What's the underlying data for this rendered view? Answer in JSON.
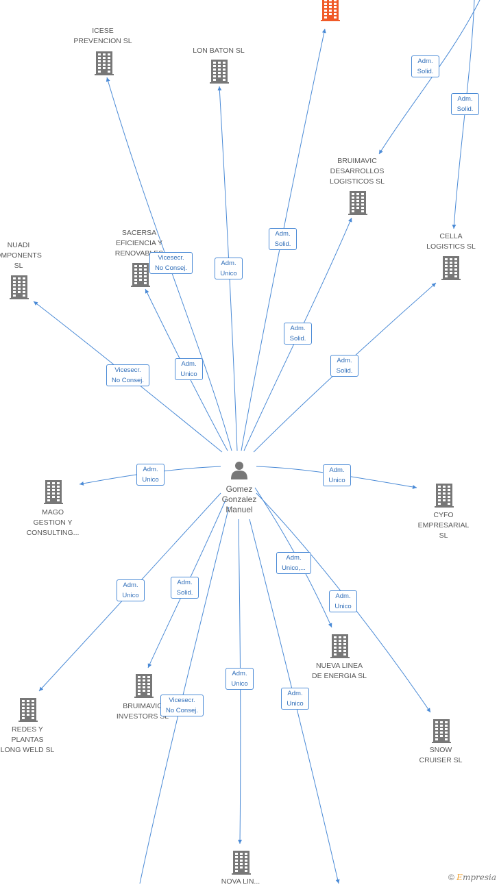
{
  "center": {
    "name": "Gomez\nGonzalez\nManuel"
  },
  "companies": [
    {
      "id": "top-orange",
      "label": "",
      "highlight": true
    },
    {
      "id": "icese",
      "label": "ICESE\nPREVENCION SL"
    },
    {
      "id": "lon-baton",
      "label": "LON BATON  SL"
    },
    {
      "id": "bruimavic-desarrollos",
      "label": "BRUIMAVIC\nDESARROLLOS\nLOGISTICOS  SL"
    },
    {
      "id": "cella",
      "label": "CELLA\nLOGISTICS  SL"
    },
    {
      "id": "nuadi",
      "label": "NUADI\nOMPONENTS\nSL"
    },
    {
      "id": "sacersa",
      "label": "SACERSA\nEFICIENCIA Y\nRENOVABLES"
    },
    {
      "id": "mago",
      "label": "MAGO\nGESTION Y\nCONSULTING..."
    },
    {
      "id": "cyfo",
      "label": "CYFO\nEMPRESARIAL\nSL"
    },
    {
      "id": "nueva-linea",
      "label": "NUEVA LINEA\nDE ENERGIA SL"
    },
    {
      "id": "snow",
      "label": "SNOW\nCRUISER SL"
    },
    {
      "id": "redes",
      "label": "REDES Y\nPLANTAS\nLONG WELD SL"
    },
    {
      "id": "bruimavic-investors",
      "label": "BRUIMAVIC\nINVESTORS  SL"
    },
    {
      "id": "nova-lin",
      "label": "NOVA LIN..."
    }
  ],
  "edge_labels": [
    {
      "id": "to-icese",
      "text": "Vicesecr.\nNo Consej."
    },
    {
      "id": "to-lon-baton",
      "text": "Adm.\nUnico"
    },
    {
      "id": "to-top",
      "text": "Adm.\nSolid."
    },
    {
      "id": "to-bruimavic-des",
      "text": "Adm.\nSolid."
    },
    {
      "id": "to-cella",
      "text": "Adm.\nSolid."
    },
    {
      "id": "top-to-bruimavic",
      "text": "Adm.\nSolid."
    },
    {
      "id": "top-to-cella",
      "text": "Adm.\nSolid."
    },
    {
      "id": "to-nuadi",
      "text": "Vicesecr.\nNo Consej."
    },
    {
      "id": "to-sacersa",
      "text": "Adm.\nUnico"
    },
    {
      "id": "to-mago",
      "text": "Adm.\nUnico"
    },
    {
      "id": "to-cyfo",
      "text": "Adm.\nUnico"
    },
    {
      "id": "to-nueva",
      "text": "Adm.\nUnico,..."
    },
    {
      "id": "to-snow",
      "text": "Adm.\nUnico"
    },
    {
      "id": "to-redes",
      "text": "Adm.\nUnico"
    },
    {
      "id": "to-bruimavic-inv",
      "text": "Adm.\nSolid."
    },
    {
      "id": "to-bottom-left",
      "text": "Vicesecr.\nNo Consej."
    },
    {
      "id": "to-nova",
      "text": "Adm.\nUnico"
    },
    {
      "id": "to-bottom-right",
      "text": "Adm.\nUnico"
    }
  ],
  "logo": {
    "copyright": "©",
    "e": "E",
    "rest": "mpresia"
  },
  "colors": {
    "edge": "#4a8ad6",
    "building": "#777777",
    "highlight": "#f05a28"
  }
}
